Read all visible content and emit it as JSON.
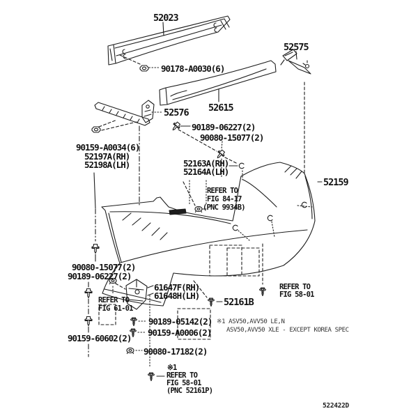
{
  "colors": {
    "line": "#1c1c1c",
    "background": "#ffffff",
    "text": "#111111"
  },
  "icons": {
    "nut": "hex-nut-icon",
    "bolt": "flange-bolt-icon",
    "screw": "tapping-screw-icon",
    "grommet": "grommet-clip-icon",
    "clip": "c-clip-icon"
  },
  "labels": {
    "p52023": "52023",
    "n90178": "90178-A0030(6)",
    "p52575": "52575",
    "p52576": "52576",
    "p52615": "52615",
    "n90189_06227_top": "90189-06227(2)",
    "n90080_15077_top": "90080-15077(2)",
    "n90159_A0034": "90159-A0034(6)",
    "p52197A": "52197A(RH)",
    "p52198A": "52198A(LH)",
    "p52163A": "52163A(RH)",
    "p52164A": "52164A(LH)",
    "refer_8417_l1": "REFER TO",
    "refer_8417_l2": "FIG 84-17",
    "refer_8417_l3": "(PNC 9934B)",
    "p52159": "52159",
    "n90080_15077_left": "90080-15077(2)",
    "n90189_06227_left": "90189-06227(2)",
    "refer_6101_l1": "REFER TO",
    "refer_6101_l2": "FIG 61-01",
    "p61647F": "61647F(RH)",
    "p61648H": "61648H(LH)",
    "p52161B": "52161B",
    "refer_5801_right_l1": "REFER TO",
    "refer_5801_right_l2": "FIG 58-01",
    "n90159_60602": "90159-60602(2)",
    "n90189_05142": "90189-05142(2)",
    "n90159_A0006": "90159-A0006(2)",
    "n90080_17182": "90080-17182(2)",
    "ref_mark": "※1",
    "refer_5801_bottom_l1": "REFER TO",
    "refer_5801_bottom_l2": "FIG 58-01",
    "refer_5801_bottom_l3": "(PNC 52161P)",
    "note_line1": "※1 ASV50,AVV50 LE,N",
    "note_line2": "ASV50,AVV50 XLE - EXCEPT KOREA SPEC",
    "diagram_code": "522422D"
  }
}
